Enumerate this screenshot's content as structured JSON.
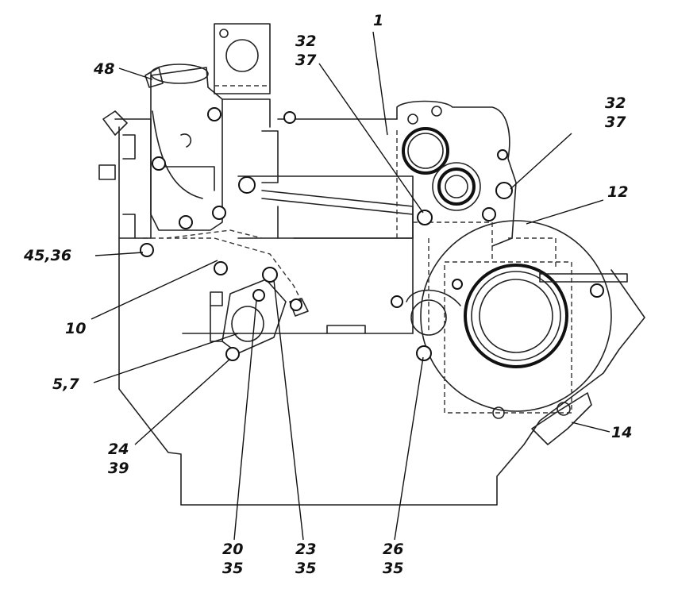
{
  "callouts": {
    "c1": "1",
    "c32_37_left": [
      "32",
      "37"
    ],
    "c32_37_right": [
      "32",
      "37"
    ],
    "c48": "48",
    "c12": "12",
    "c45_36": "45,36",
    "c10": "10",
    "c5_7": "5,7",
    "c14": "14",
    "c24_39": [
      "24",
      "39"
    ],
    "c20_35": [
      "20",
      "35"
    ],
    "c23_35": [
      "23",
      "35"
    ],
    "c26_35": [
      "26",
      "35"
    ]
  }
}
